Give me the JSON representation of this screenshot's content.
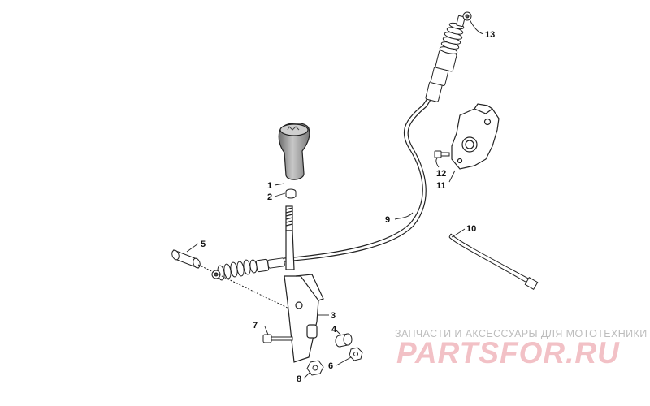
{
  "callouts": [
    {
      "id": "1",
      "label": "1"
    },
    {
      "id": "2",
      "label": "2"
    },
    {
      "id": "3",
      "label": "3"
    },
    {
      "id": "4",
      "label": "4"
    },
    {
      "id": "5",
      "label": "5"
    },
    {
      "id": "6",
      "label": "6"
    },
    {
      "id": "7",
      "label": "7"
    },
    {
      "id": "8",
      "label": "8"
    },
    {
      "id": "9",
      "label": "9"
    },
    {
      "id": "10",
      "label": "10"
    },
    {
      "id": "11",
      "label": "11"
    },
    {
      "id": "12",
      "label": "12"
    },
    {
      "id": "13",
      "label": "13"
    }
  ],
  "watermark": {
    "caption": "ЗАПЧАСТИ И АКСЕССУАРЫ ДЛЯ МОТОТЕХНИКИ",
    "logo": "PARTSFOR.RU"
  },
  "colors": {
    "line": "#222222",
    "part_fill": "#ffffff",
    "knob_fill": "#9a9a9a",
    "watermark_caption": "#bdbdbd",
    "watermark_logo": "#f2c1c6"
  }
}
